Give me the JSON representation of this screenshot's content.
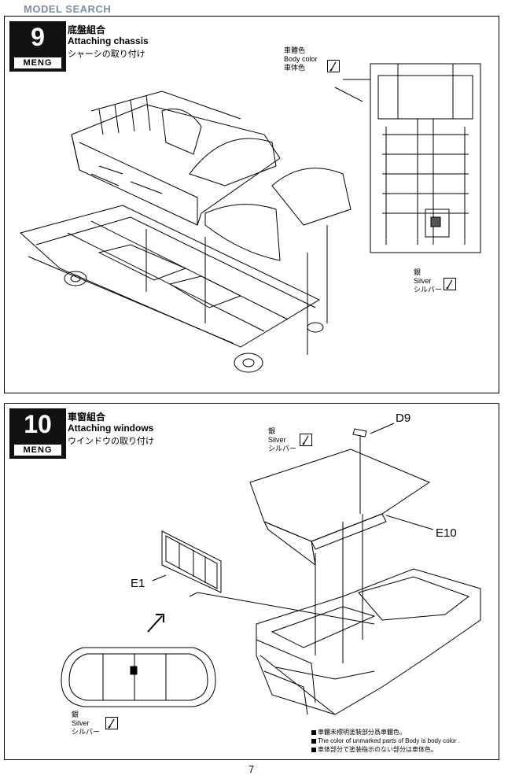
{
  "watermark": "MODEL SEARCH",
  "step9": {
    "number": "9",
    "brand": "MENG",
    "title_zh": "底盤組合",
    "title_en": "Attaching chassis",
    "title_ja": "シャーシの取り付け",
    "paint1": {
      "zh": "車體色",
      "en": "Body color",
      "ja": "車体色"
    },
    "paint2": {
      "zh": "銀",
      "en": "Silver",
      "ja": "シルバー"
    }
  },
  "step10": {
    "number": "10",
    "brand": "MENG",
    "title_zh": "車窗組合",
    "title_en": "Attaching windows",
    "title_ja": "ウインドウの取り付け",
    "paint_top": {
      "zh": "銀",
      "en": "Silver",
      "ja": "シルバー"
    },
    "paint_bottom": {
      "zh": "銀",
      "en": "Silver",
      "ja": "シルバー"
    },
    "parts": {
      "d9": "D9",
      "e10": "E10",
      "e1": "E1"
    },
    "notes": [
      "車體未標明塗裝部分爲車體色。",
      "The color of unmarked parts of Body is body color .",
      "車体部分で塗装指示のない部分は車体色。"
    ]
  },
  "page_number": "7",
  "icons": [
    "brush-icon",
    "arrow-up-right-icon"
  ]
}
